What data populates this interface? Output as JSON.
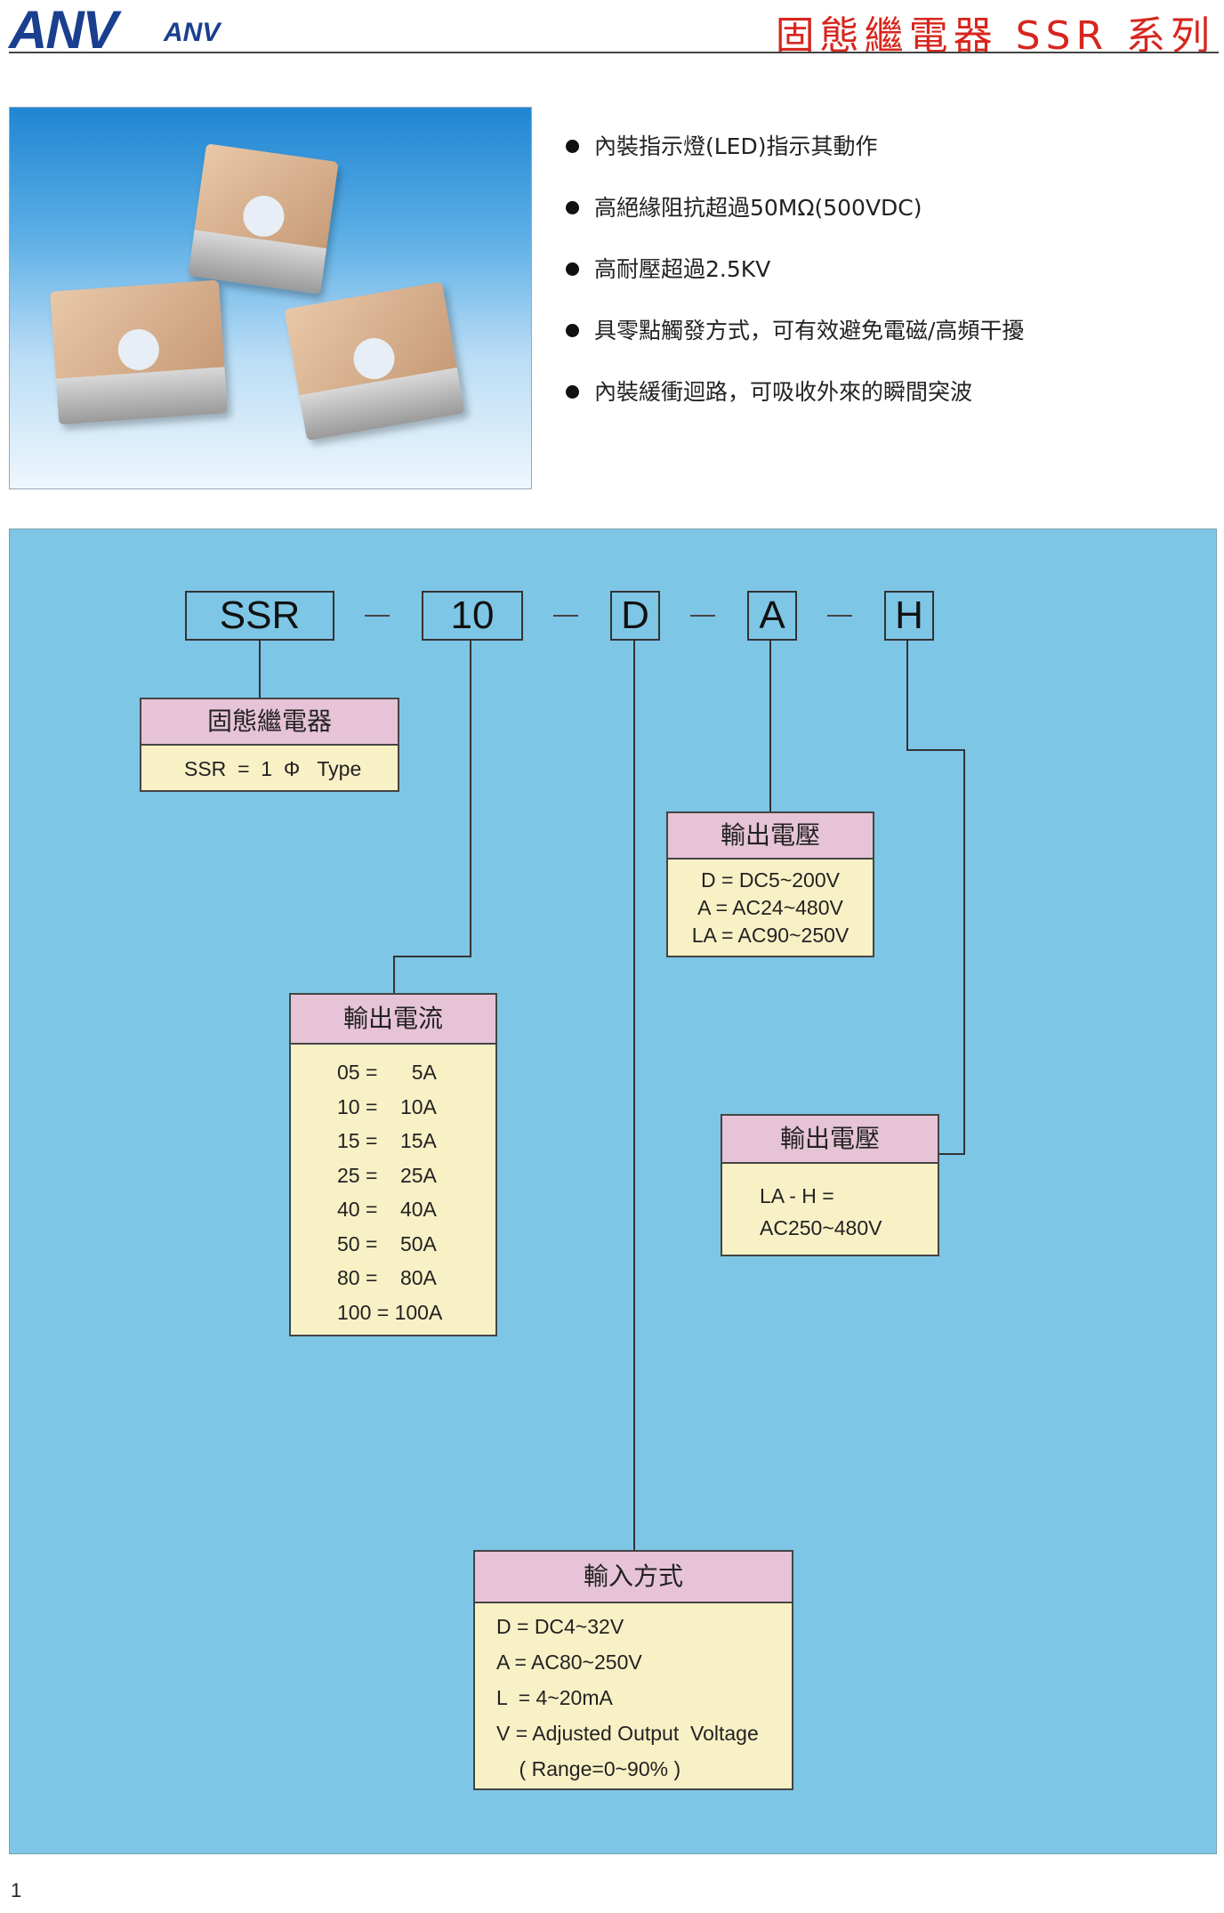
{
  "header": {
    "logo": "ANV",
    "logo_small": "ANV",
    "title": "固態繼電器 SSR 系列"
  },
  "features": [
    "內裝指示燈(LED)指示其動作",
    "高絕緣阻抗超過50MΩ(500VDC)",
    "高耐壓超過2.5KV",
    "具零點觸發方式，可有效避免電磁/高頻干擾",
    "內裝緩衝迴路，可吸收外來的瞬間突波"
  ],
  "model_code": {
    "parts": [
      "SSR",
      "10",
      "D",
      "A",
      "H"
    ]
  },
  "cards": {
    "type": {
      "title": "固態繼電器",
      "rows": [
        "SSR  =  1  Φ   Type"
      ]
    },
    "output_voltage": {
      "title": "輸出電壓",
      "rows": [
        "D = DC5~200V",
        "A = AC24~480V",
        "LA = AC90~250V"
      ]
    },
    "output_current": {
      "title": "輸出電流",
      "rows": [
        "05 =      5A",
        "10 =    10A",
        "15 =    15A",
        "25 =    25A",
        "40 =    40A",
        "50 =    50A",
        "80 =    80A",
        "100 = 100A"
      ]
    },
    "output_voltage_h": {
      "title": "輸出電壓",
      "rows": [
        "LA - H =",
        "AC250~480V"
      ]
    },
    "input_method": {
      "title": "輸入方式",
      "rows": [
        "D = DC4~32V",
        "A = AC80~250V",
        "L  = 4~20mA",
        "V = Adjusted Output  Voltage",
        "    ( Range=0~90% )"
      ]
    }
  },
  "page_number": "1",
  "colors": {
    "brand_blue": "#1a3f8f",
    "title_red": "#d7261e",
    "panel_blue": "#7ec6e6",
    "card_head_pink": "#e6c3d6",
    "card_body_cream": "#f9f1c6"
  }
}
